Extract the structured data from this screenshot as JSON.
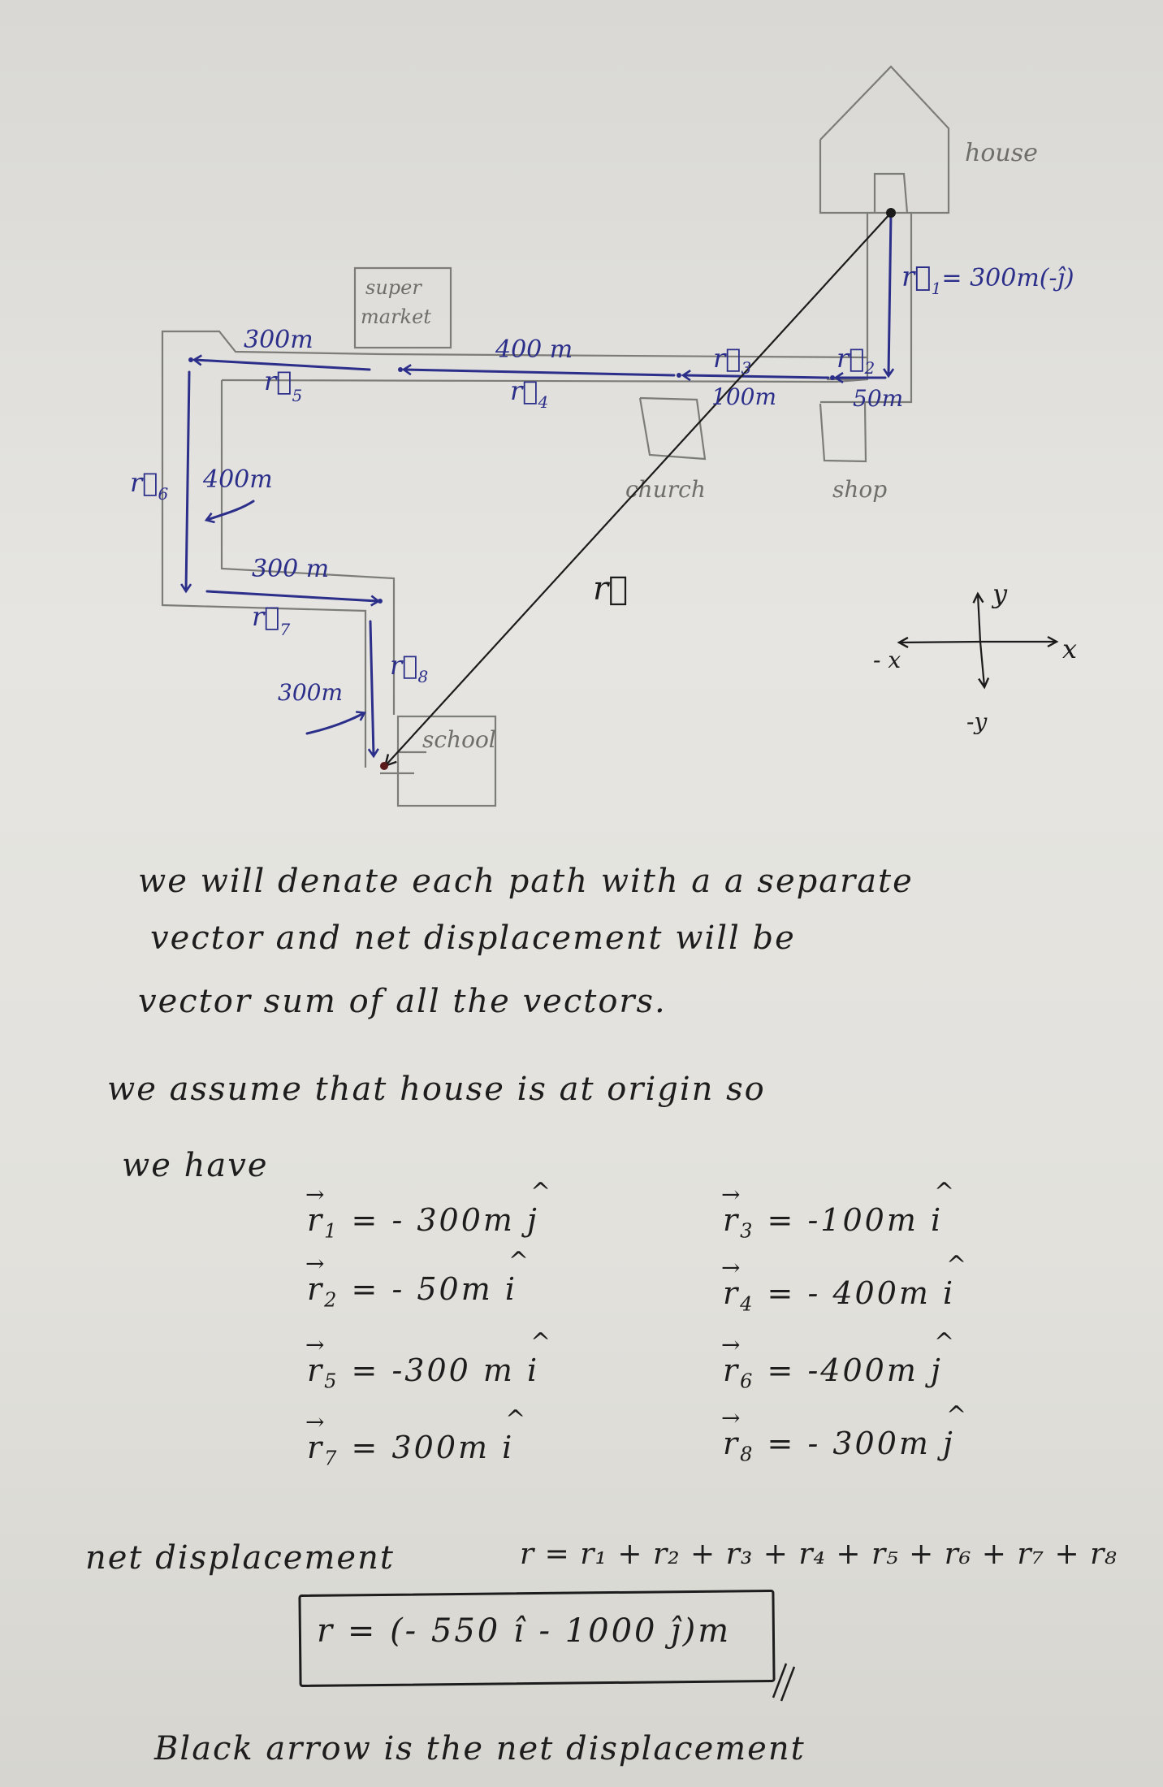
{
  "diagram": {
    "places": {
      "house": "house",
      "supermarket": [
        "super",
        "market"
      ],
      "church": "church",
      "shop": "shop",
      "school": "school"
    },
    "segments": [
      {
        "id": "r1",
        "label": "r",
        "sub": "1",
        "distance": "300m",
        "annotation": "= 300m(-ĵ)",
        "direction": "down"
      },
      {
        "id": "r2",
        "label": "r",
        "sub": "2",
        "distance": "50m",
        "direction": "left"
      },
      {
        "id": "r3",
        "label": "r",
        "sub": "3",
        "distance": "100m",
        "direction": "left"
      },
      {
        "id": "r4",
        "label": "r",
        "sub": "4",
        "distance": "400 m",
        "direction": "left"
      },
      {
        "id": "r5",
        "label": "r",
        "sub": "5",
        "distance": "300m",
        "direction": "left"
      },
      {
        "id": "r6",
        "label": "r",
        "sub": "6",
        "distance": "400m",
        "direction": "down"
      },
      {
        "id": "r7",
        "label": "r",
        "sub": "7",
        "distance": "300 m",
        "direction": "right"
      },
      {
        "id": "r8",
        "label": "r",
        "sub": "8",
        "distance": "300m",
        "direction": "down"
      }
    ],
    "net_vector_label": "r",
    "axes": {
      "x": "x",
      "neg_x": "- x",
      "y": "y",
      "neg_y": "-y"
    },
    "colors": {
      "ink": "#2c2f8a",
      "pencil": "#7c7c78",
      "net_arrow": "#1b1b1b",
      "paper": "#e3e2de"
    }
  },
  "explanation": {
    "line1": "we will denate each path with a a separate",
    "line2": "vector and net displacement will be",
    "line3": "vector sum of all the vectors.",
    "line4": "we  assume that  house  is at origin  so",
    "line5": "we  have"
  },
  "equations": {
    "left": [
      {
        "vec": "r",
        "sub": "1",
        "value": "= - 300m",
        "unit": "j"
      },
      {
        "vec": "r",
        "sub": "2",
        "value": "=  - 50m",
        "unit": "i"
      },
      {
        "vec": "r",
        "sub": "5",
        "value": "= -300 m",
        "unit": "i"
      },
      {
        "vec": "r",
        "sub": "7",
        "value": "=  300m",
        "unit": "i"
      }
    ],
    "right": [
      {
        "vec": "r",
        "sub": "3",
        "value": "= -100m",
        "unit": "i"
      },
      {
        "vec": "r",
        "sub": "4",
        "value": "= - 400m",
        "unit": "i"
      },
      {
        "vec": "r",
        "sub": "6",
        "value": "= -400m",
        "unit": "j"
      },
      {
        "vec": "r",
        "sub": "8",
        "value": "= - 300m",
        "unit": "j"
      }
    ]
  },
  "net": {
    "label": "net displacement",
    "sum": "r = r₁ + r₂ + r₃ + r₄ + r₅ + r₆ + r₇ + r₈",
    "result": "r = (- 550 î - 1000 ĵ)m",
    "footer": "Black arrow is the net displacement"
  }
}
